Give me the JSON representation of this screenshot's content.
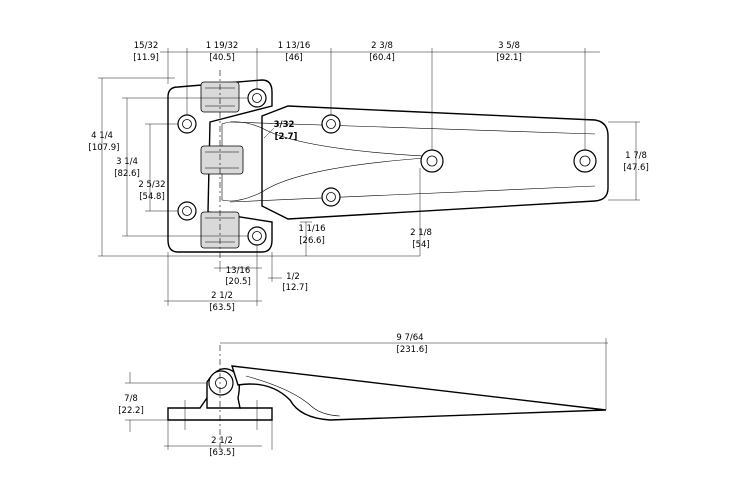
{
  "top_view": {
    "dims": {
      "d1": {
        "imp": "15/32",
        "met": "[11.9]"
      },
      "d2": {
        "imp": "1 19/32",
        "met": "[40.5]"
      },
      "d3": {
        "imp": "1 13/16",
        "met": "[46]"
      },
      "d4": {
        "imp": "2 3/8",
        "met": "[60.4]"
      },
      "d5": {
        "imp": "3 5/8",
        "met": "[92.1]"
      },
      "d6": {
        "imp": "4 1/4",
        "met": "[107.9]"
      },
      "d7": {
        "imp": "3 1/4",
        "met": "[82.6]"
      },
      "d8": {
        "imp": "2 5/32",
        "met": "[54.8]"
      },
      "d9": {
        "imp": "3/32",
        "met": "[2.7]"
      },
      "d10": {
        "imp": "1 7/8",
        "met": "[47.6]"
      },
      "d11": {
        "imp": "2 1/8",
        "met": "[54]"
      },
      "d12": {
        "imp": "1 1/16",
        "met": "[26.6]"
      },
      "d13": {
        "imp": "13/16",
        "met": "[20.5]"
      },
      "d14": {
        "imp": "1/2",
        "met": "[12.7]"
      },
      "d15": {
        "imp": "2 1/2",
        "met": "[63.5]"
      }
    }
  },
  "side_view": {
    "dims": {
      "s1": {
        "imp": "9 7/64",
        "met": "[231.6]"
      },
      "s2": {
        "imp": "7/8",
        "met": "[22.2]"
      },
      "s3": {
        "imp": "2 1/2",
        "met": "[63.5]"
      }
    }
  }
}
